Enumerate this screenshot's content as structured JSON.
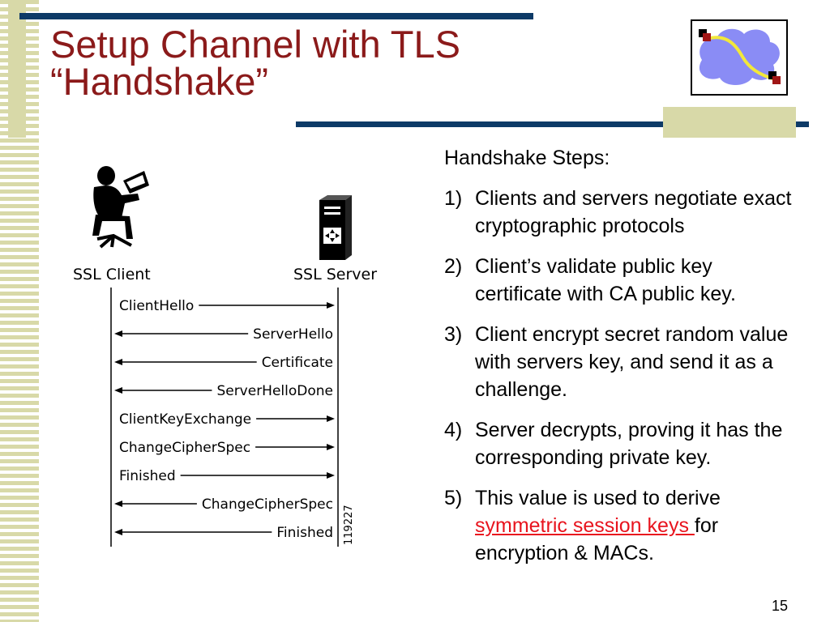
{
  "slide": {
    "title_line1": "Setup Channel with TLS",
    "title_line2": "“Handshake”",
    "page_number": "15"
  },
  "colors": {
    "title": "#8b1a1a",
    "rule": "#0d3a67",
    "accent_tan": "#d8d9a8",
    "link": "#e8141e"
  },
  "diagram": {
    "client_label": "SSL Client",
    "server_label": "SSL Server",
    "figure_id": "119227",
    "messages": [
      {
        "label": "ClientHello",
        "direction": "to-server"
      },
      {
        "label": "ServerHello",
        "direction": "to-client"
      },
      {
        "label": "Certificate",
        "direction": "to-client"
      },
      {
        "label": "ServerHelloDone",
        "direction": "to-client"
      },
      {
        "label": "ClientKeyExchange",
        "direction": "to-server"
      },
      {
        "label": "ChangeCipherSpec",
        "direction": "to-server"
      },
      {
        "label": "Finished",
        "direction": "to-server"
      },
      {
        "label": "ChangeCipherSpec",
        "direction": "to-client"
      },
      {
        "label": "Finished",
        "direction": "to-client"
      }
    ]
  },
  "steps": {
    "heading": "Handshake Steps:",
    "items": [
      {
        "num": "1)",
        "text": "Clients and servers negotiate exact cryptographic protocols"
      },
      {
        "num": "2)",
        "text": "Client’s validate public key certificate with CA public key."
      },
      {
        "num": "3)",
        "text": "Client encrypt secret random value with servers key, and send it as a challenge."
      },
      {
        "num": "4)",
        "text": "Server decrypts, proving it has the corresponding private key."
      }
    ],
    "item5": {
      "num": "5)",
      "before": "This value is used to derive",
      "link": "symmetric session keys ",
      "after": "for encryption & MACs."
    }
  }
}
